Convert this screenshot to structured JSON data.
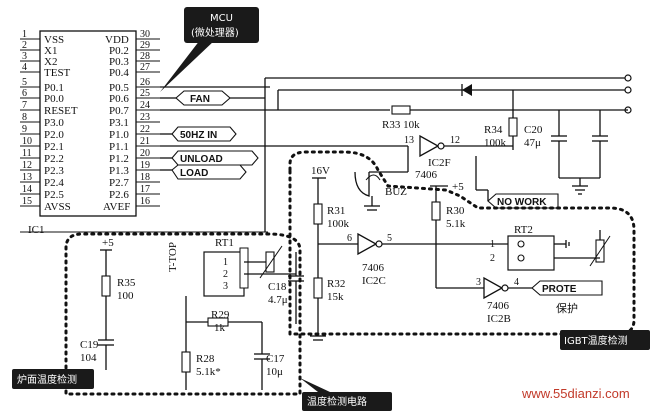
{
  "mcu": {
    "designator": "IC1",
    "left_pins": [
      {
        "num": "1",
        "name": "VSS"
      },
      {
        "num": "2",
        "name": "X1"
      },
      {
        "num": "3",
        "name": "X2"
      },
      {
        "num": "4",
        "name": "TEST"
      },
      {
        "num": "5",
        "name": "P0.1"
      },
      {
        "num": "6",
        "name": "P0.0"
      },
      {
        "num": "7",
        "name": "RESET"
      },
      {
        "num": "8",
        "name": "P3.0"
      },
      {
        "num": "9",
        "name": "P2.0"
      },
      {
        "num": "10",
        "name": "P2.1"
      },
      {
        "num": "11",
        "name": "P2.2"
      },
      {
        "num": "12",
        "name": "P2.3"
      },
      {
        "num": "13",
        "name": "P2.4"
      },
      {
        "num": "14",
        "name": "P2.5"
      },
      {
        "num": "15",
        "name": "AVSS"
      }
    ],
    "right_pins": [
      {
        "num": "30",
        "name": "VDD"
      },
      {
        "num": "29",
        "name": "P0.2"
      },
      {
        "num": "28",
        "name": "P0.3"
      },
      {
        "num": "27",
        "name": "P0.4"
      },
      {
        "num": "26",
        "name": "P0.5"
      },
      {
        "num": "25",
        "name": "P0.6"
      },
      {
        "num": "24",
        "name": "P0.7"
      },
      {
        "num": "23",
        "name": "P3.1"
      },
      {
        "num": "22",
        "name": "P1.0"
      },
      {
        "num": "21",
        "name": "P1.1"
      },
      {
        "num": "20",
        "name": "P1.2"
      },
      {
        "num": "19",
        "name": "P1.3"
      },
      {
        "num": "18",
        "name": "P2.7"
      },
      {
        "num": "17",
        "name": "P2.6"
      },
      {
        "num": "16",
        "name": "AVEF"
      }
    ]
  },
  "callouts": {
    "mcu_title": "MCU",
    "mcu_subtitle": "(微处理器)",
    "furnace_temp": "炉面温度检测",
    "temp_sense": "温度检测电路",
    "igbt_temp": "IGBT温度检测"
  },
  "signals": {
    "fan": "FAN",
    "hz_in": "50HZ IN",
    "unload": "UNLOAD",
    "load": "LOAD",
    "no_work": "NO WORK",
    "prote": "PROTE",
    "prote_caption": "保护"
  },
  "rails": {
    "plus5": "+5",
    "v16": "16V"
  },
  "ic2f": {
    "name": "IC2F",
    "part": "7406",
    "pin_in": "13",
    "pin_out": "12"
  },
  "ic2c": {
    "name": "IC2C",
    "part": "7406",
    "pin_in": "5",
    "pin_out": "6"
  },
  "ic2b": {
    "name": "IC2B",
    "part": "7406",
    "pin_in": "3",
    "pin_out": "4"
  },
  "parts": {
    "r33": "R33 10k",
    "r34": "R34",
    "r34_value": "100k",
    "c20": "C20",
    "c20_value": "47μ",
    "buz": "BUZ",
    "r30": "R30",
    "r30_value": "5.1k",
    "r31": "R31",
    "r31_value": "100k",
    "r32": "R32",
    "r32_value": "15k",
    "rt2": "RT2",
    "rt2_pin1": "1",
    "rt2_pin2": "2",
    "r35": "R35",
    "r35_value": "100",
    "c19": "C19",
    "c19_value": "104",
    "rt1": "RT1",
    "rt1_pin1": "1",
    "rt1_pin2": "2",
    "rt1_pin3": "3",
    "t_top": "T-TOP",
    "c18": "C18",
    "c18_value": "4.7μ",
    "r29": "R29",
    "r29_value": "1k",
    "r28": "R28",
    "r28_value": "5.1k*",
    "c17": "C17",
    "c17_value": "10μ"
  },
  "watermark": "www.55dianzi.com"
}
